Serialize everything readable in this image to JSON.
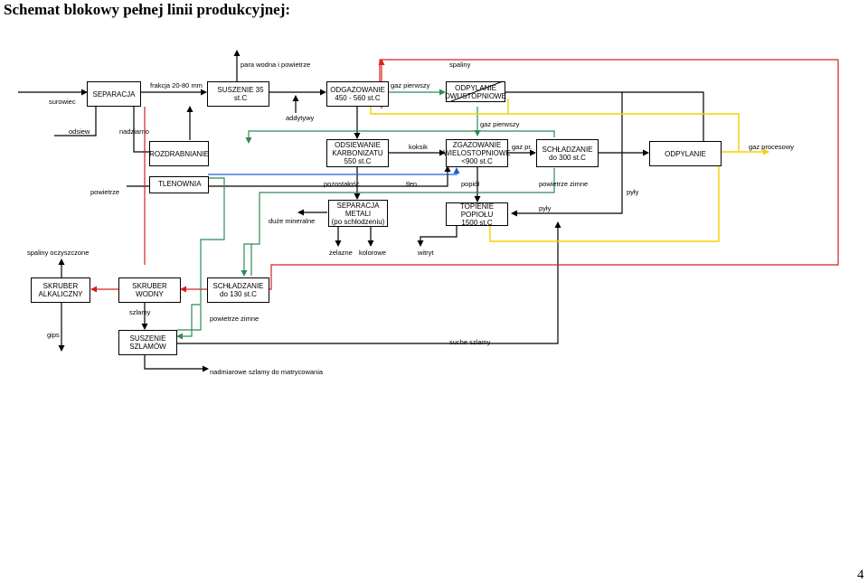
{
  "title": "Schemat blokowy pełnej linii produkcyjnej:",
  "page_number": "4",
  "colors": {
    "black": "#000000",
    "red": "#d62020",
    "green": "#2e8b57",
    "yellow": "#f5d000",
    "blue": "#1f5fd1"
  },
  "boxes": {
    "separacja": "SEPARACJA",
    "suszenie": "SUSZENIE  35 st.C",
    "odgazowanie": "ODGAZOWANIE\n450 - 560 st.C",
    "odpylanie1": "ODPYLANIE\nDWUSTOPNIOWE",
    "rozdrabnianie": "ROZDRABNIANIE",
    "odsiewanie": "ODSIEWANIE\nKARBONIZATU\n550 st.C",
    "zgazowanie": "ZGAZOWANIE\nWIELOSTOPNIOWE\n<900 st.C",
    "schladzanie1": "SCHŁADZANIE\ndo 300 st.C",
    "odpylanie2": "ODPYLANIE",
    "tlenownia": "TLENOWNIA",
    "separacja_metali": "SEPARACJA\nMETALI\n(po schłodzeniu)",
    "topienie": "TOPIENIE POPIOŁU\n1500 st.C",
    "skruber_alk": "SKRUBER\nALKALICZNY",
    "skruber_wodny": "SKRUBER WODNY",
    "schladzanie2": "SCHŁADZANIE\ndo 130 st.C",
    "suszenie_szlamow": "SUSZENIE\nSZLAMÓW"
  },
  "labels": {
    "para_wodna": "para wodna i powietrze",
    "spaliny": "spaliny",
    "surowiec": "surowiec",
    "frakcja": "frakcja 20-80 mm",
    "gaz_pierwszy1": "gaz pierwszy",
    "addytywy": "addytywy",
    "gaz_pierwszy2": "gaz pierwszy",
    "odsiew": "odsiew",
    "nadziarno": "nadziarno",
    "koksik": "koksik",
    "gaz_pr": "gaz pr.",
    "gaz_procesowy": "gaz procesowy",
    "powietrze": "powietrze",
    "pozostalosc": "pozostałośc",
    "tlen": "tlen",
    "popiol": "popiół",
    "powietrze_zimne1": "powietrze zimne",
    "pyly1": "pyły",
    "duze_mineralne": "duże mineralne",
    "pyly2": "pyły",
    "spaliny_oczyszczone": "spaliny oczyszczone",
    "zelazne": "żelazne",
    "kolorowe": "kolorowe",
    "witryt": "witryt",
    "szlamy": "szlamy",
    "powietrze_zimne2": "powietrze zimne",
    "gips": "gips",
    "suche_szlamy": "suche szlamy",
    "nadmiarowe": "nadmiarowe szlamy do matrycowania"
  }
}
